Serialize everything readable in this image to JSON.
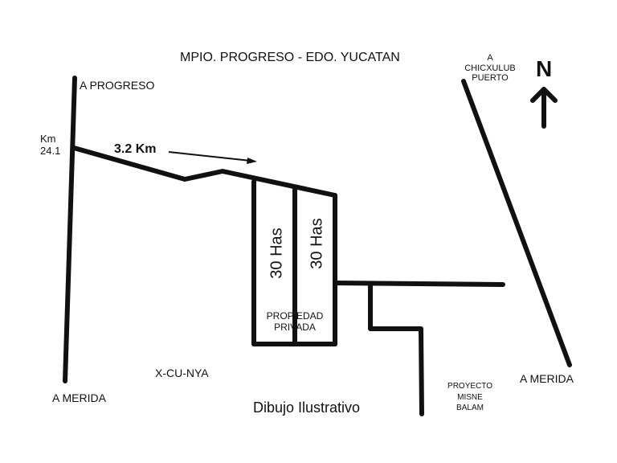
{
  "title": "MPIO. PROGRESO - EDO. YUCATAN",
  "labels": {
    "to_progreso": "A PROGRESO",
    "km_marker": [
      "Km",
      "24.1"
    ],
    "distance": "3.2 Km",
    "to_chicxulub": [
      "A",
      "CHICXULUB",
      "PUERTO"
    ],
    "north": "N",
    "lot_1": "30 Has",
    "lot_2": "30 Has",
    "private_property": [
      "PROPIEDAD",
      "PRIVADA"
    ],
    "x_cu_nya": "X-CU-NYA",
    "to_merida_left": "A MERIDA",
    "to_merida_right": "A MERIDA",
    "project": [
      "PROYECTO",
      "MISNE",
      "BALAM"
    ],
    "caption": "Dibujo Ilustrativo"
  }
}
